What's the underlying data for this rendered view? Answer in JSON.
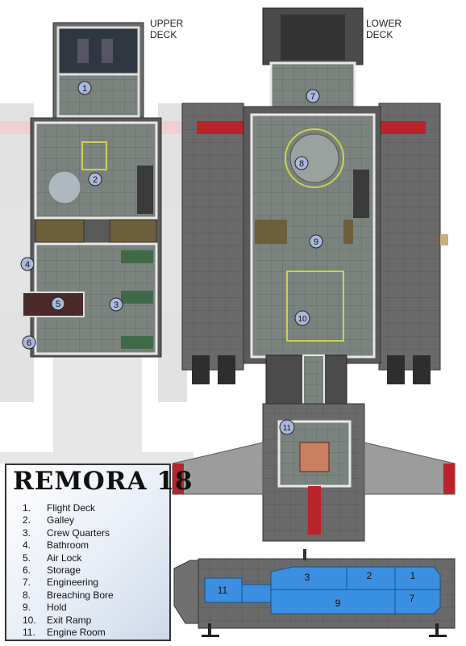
{
  "deck_labels": {
    "upper": [
      "UPPER",
      "DECK"
    ],
    "lower": [
      "LOWER",
      "DECK"
    ]
  },
  "legend": {
    "title": "REMORA 18",
    "items": [
      {
        "num": "1.",
        "label": "Flight Deck"
      },
      {
        "num": "2.",
        "label": "Galley"
      },
      {
        "num": "3.",
        "label": "Crew Quarters"
      },
      {
        "num": "4.",
        "label": "Bathroom"
      },
      {
        "num": "5.",
        "label": "Air Lock"
      },
      {
        "num": "6.",
        "label": "Storage"
      },
      {
        "num": "7.",
        "label": "Engineering"
      },
      {
        "num": "8.",
        "label": "Breaching Bore"
      },
      {
        "num": "9.",
        "label": "Hold"
      },
      {
        "num": "10.",
        "label": "Exit Ramp"
      },
      {
        "num": "11.",
        "label": "Engine Room"
      }
    ]
  },
  "markers": {
    "upper_deck": [
      "1",
      "2",
      "3",
      "4",
      "5",
      "6"
    ],
    "lower_deck": [
      "7",
      "8",
      "9",
      "10",
      "11"
    ],
    "side_profile": [
      "11",
      "3",
      "2",
      "1",
      "9",
      "7"
    ]
  },
  "colors": {
    "hull": "#6e6e6e",
    "hull_dark": "#3c3c3c",
    "floor": "#7d8580",
    "wall": "#e8e8e8",
    "accent_red": "#b8242a",
    "profile_blue": "#3b8fe0",
    "marker_fill": "#a9b9dd"
  }
}
